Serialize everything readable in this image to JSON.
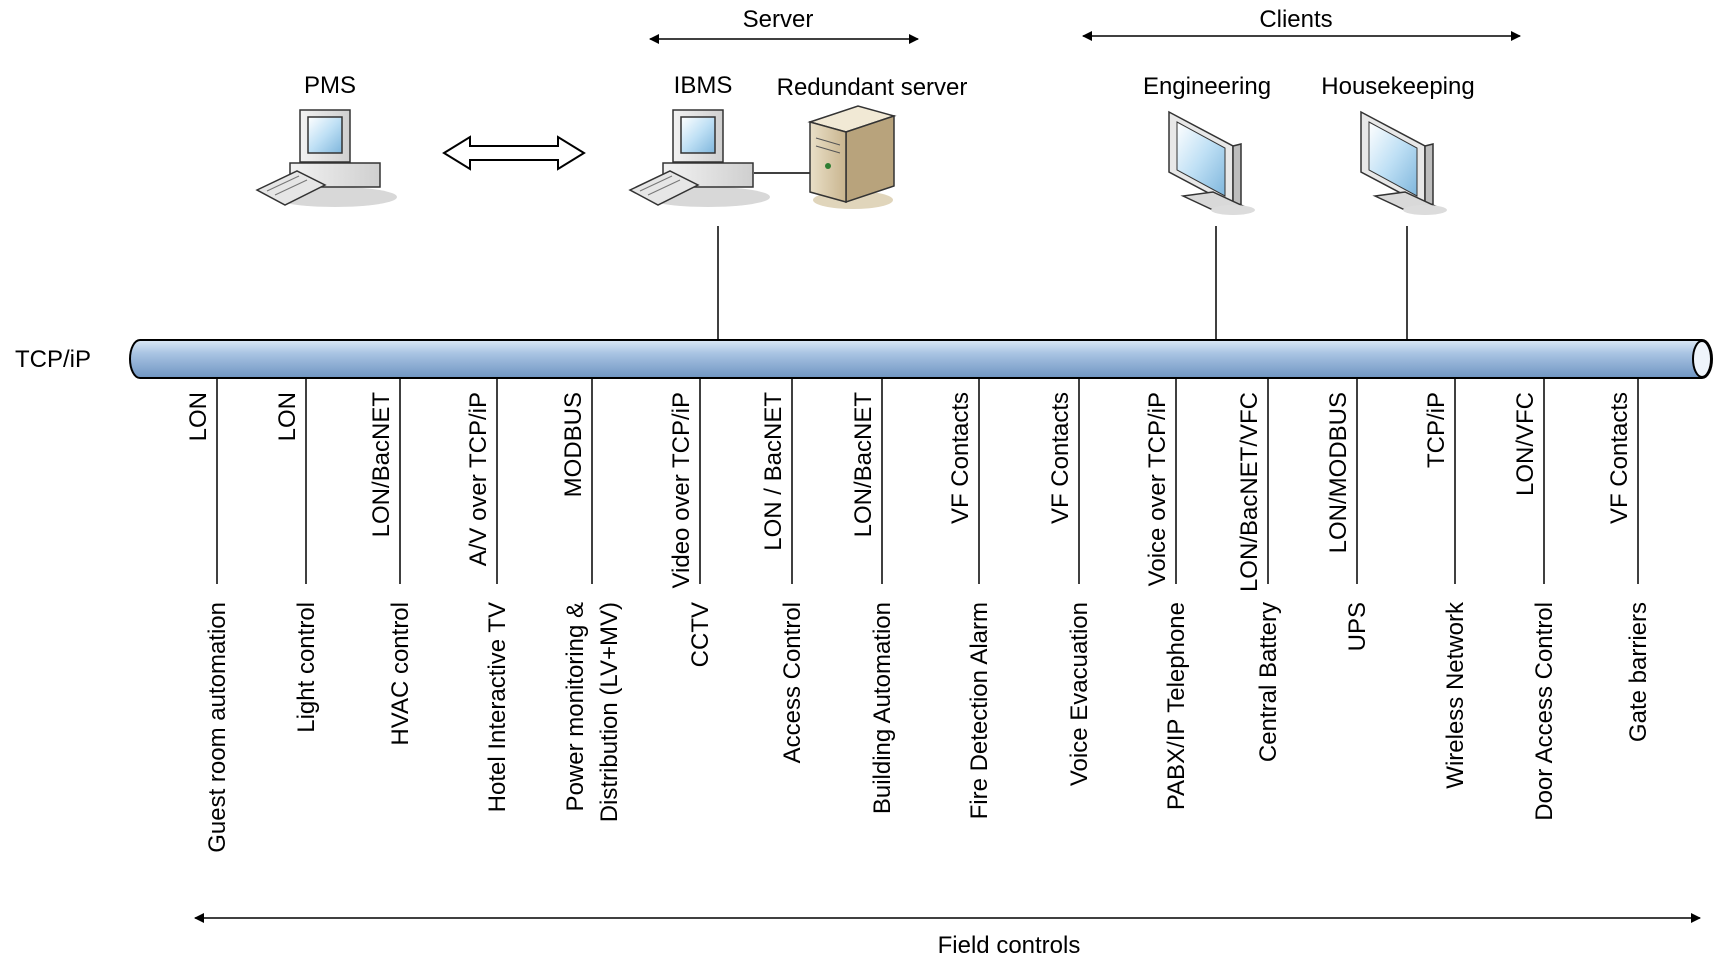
{
  "header": {
    "server_label": "Server",
    "clients_label": "Clients"
  },
  "nodes": {
    "pms": "PMS",
    "ibms": "IBMS",
    "redundant_server": "Redundant server",
    "engineering": "Engineering",
    "housekeeping": "Housekeeping"
  },
  "bus": {
    "label": "TCP/iP"
  },
  "footer": {
    "field_controls_label": "Field controls"
  },
  "field_systems": [
    {
      "protocol": "LON",
      "system": [
        "Guest room automation"
      ]
    },
    {
      "protocol": "LON",
      "system": [
        "Light control"
      ]
    },
    {
      "protocol": "LON/BacNET",
      "system": [
        "HVAC control"
      ]
    },
    {
      "protocol": "A/V over TCP/iP",
      "system": [
        "Hotel Interactive TV"
      ]
    },
    {
      "protocol": "MODBUS",
      "system": [
        "Power monitoring &",
        "Distribution (LV+MV)"
      ]
    },
    {
      "protocol": "Video over TCP/iP",
      "system": [
        "CCTV"
      ]
    },
    {
      "protocol": "LON / BacNET",
      "system": [
        "Access Control"
      ]
    },
    {
      "protocol": "LON/BacNET",
      "system": [
        "Building Automation"
      ]
    },
    {
      "protocol": "VF Contacts",
      "system": [
        "Fire Detection Alarm"
      ]
    },
    {
      "protocol": "VF Contacts",
      "system": [
        "Voice Evacuation"
      ]
    },
    {
      "protocol": "Voice over TCP/iP",
      "system": [
        "PABX/IP Telephone"
      ]
    },
    {
      "protocol": "LON/BacNET/VFC",
      "system": [
        "Central Battery"
      ]
    },
    {
      "protocol": "LON/MODBUS",
      "system": [
        "UPS"
      ]
    },
    {
      "protocol": "TCP/iP",
      "system": [
        "Wireless Network"
      ]
    },
    {
      "protocol": "LON/VFC",
      "system": [
        "Door Access Control"
      ]
    },
    {
      "protocol": "VF Contacts",
      "system": [
        "Gate barriers"
      ]
    }
  ]
}
